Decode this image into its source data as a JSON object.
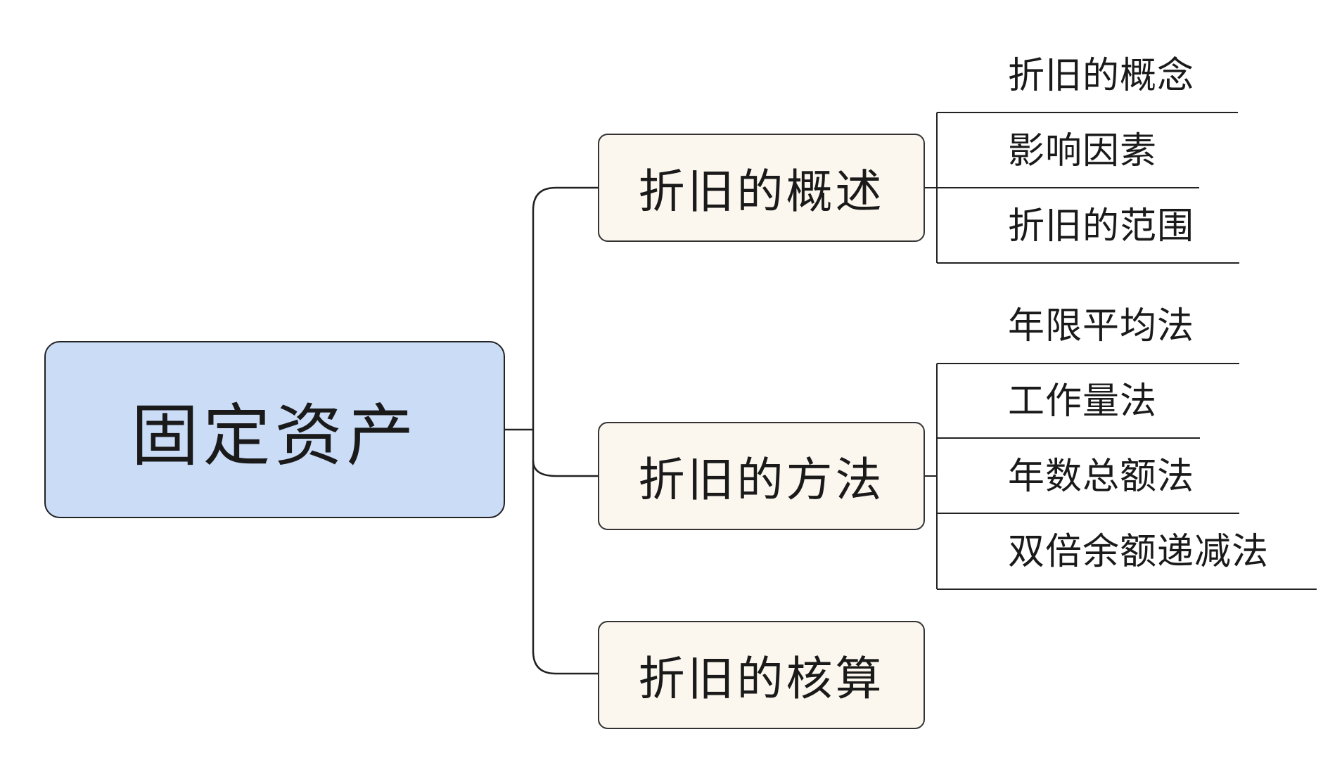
{
  "root": {
    "label": "固定资产"
  },
  "branches": [
    {
      "label": "折旧的概述",
      "children": [
        "折旧的概念",
        "影响因素",
        "折旧的范围"
      ]
    },
    {
      "label": "折旧的方法",
      "children": [
        "年限平均法",
        "工作量法",
        "年数总额法",
        "双倍余额递减法"
      ]
    },
    {
      "label": "折旧的核算",
      "children": []
    }
  ],
  "colors": {
    "root_fill": "#cbdcf7",
    "branch_fill": "#fcf7ee",
    "line": "#222222"
  }
}
